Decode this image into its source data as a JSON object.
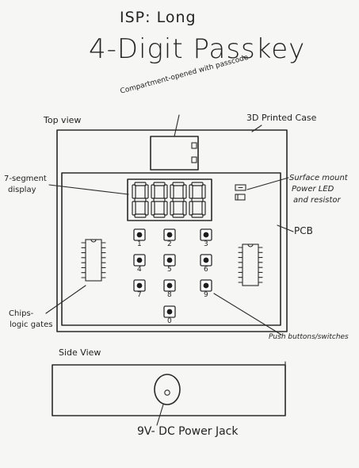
{
  "header": {
    "author": "ISP: Long",
    "title": "4-Digit Passkey"
  },
  "labels": {
    "compartment": "Compartment-opened with passcode",
    "top_view": "Top view",
    "case": "3D Printed Case",
    "seven_segment_line1": "7-segment",
    "seven_segment_line2": "display",
    "led_line1": "Surface mount",
    "led_line2": "Power LED",
    "led_line3": "and resistor",
    "pcb": "PCB",
    "chips_line1": "Chips-",
    "chips_line2": "logic gates",
    "buttons": "Push buttons/switches",
    "side_view": "Side View",
    "power_jack": "9V- DC Power Jack"
  },
  "keypad": {
    "keys": [
      "1",
      "2",
      "3",
      "4",
      "5",
      "6",
      "7",
      "8",
      "9",
      "0"
    ]
  },
  "colors": {
    "paper": "#f6f6f4",
    "ink": "#2a2a2a"
  }
}
